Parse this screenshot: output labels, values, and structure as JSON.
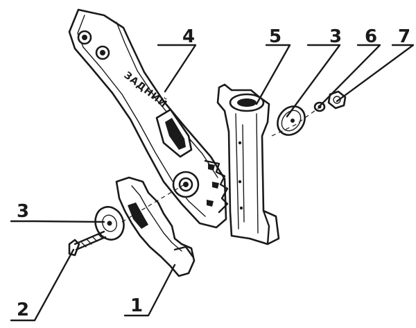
{
  "callouts": {
    "c1": "1",
    "c2": "2",
    "c3_left": "3",
    "c3_right": "3",
    "c4": "4",
    "c5": "5",
    "c6": "6",
    "c7": "7"
  },
  "embossed_text": "ЗАДНИЙ"
}
